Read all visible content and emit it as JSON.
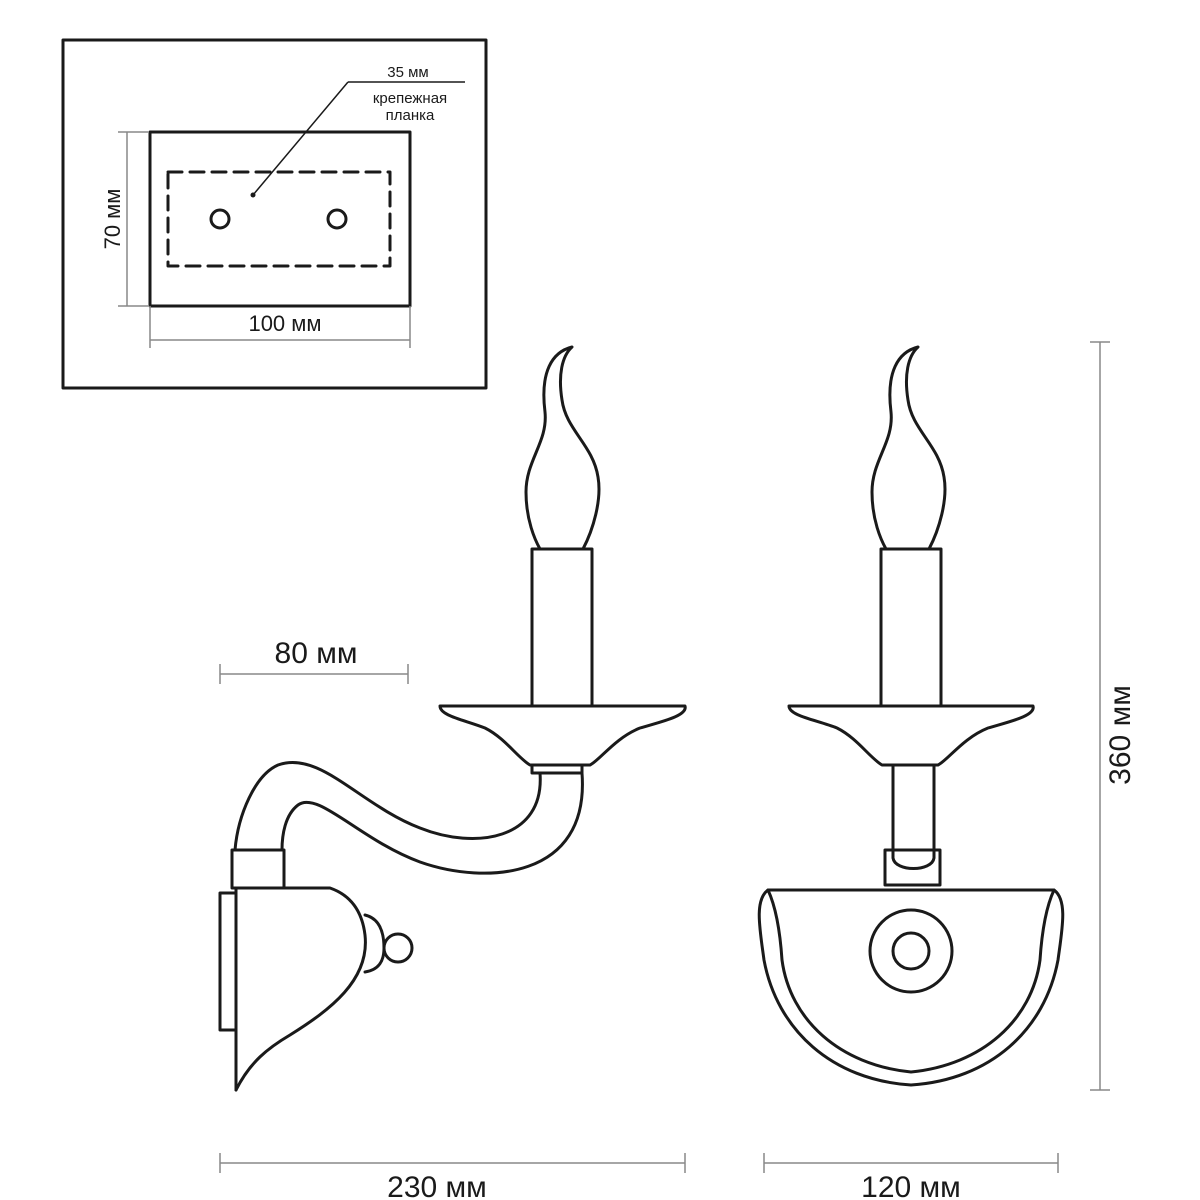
{
  "inset": {
    "plate_label_line1": "крепежная",
    "plate_label_line2": "планка",
    "plate_depth": "35 мм",
    "height": "70 мм",
    "width": "100 мм"
  },
  "dimensions": {
    "arm_offset": "80 мм",
    "side_width": "230 мм",
    "front_width": "120 мм",
    "total_height": "360 мм"
  }
}
